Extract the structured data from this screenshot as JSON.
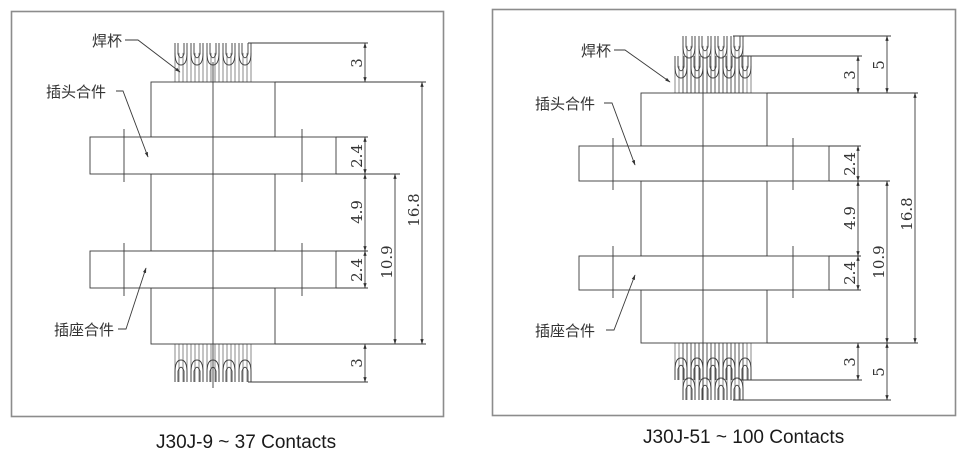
{
  "diagrams": [
    {
      "id": "left",
      "caption": "J30J-9 ~ 37 Contacts",
      "labels": {
        "solder_cup": "焊杯",
        "plug_assembly": "插头合件",
        "socket_assembly": "插座合件"
      },
      "dimensions": {
        "cup_top": "3",
        "flange_top": "2.4",
        "gap": "4.9",
        "flange_bottom": "2.4",
        "inner_height": "10.9",
        "total_height": "16.8",
        "cup_bottom": "3"
      },
      "cup_rows": 1,
      "cups_per_row": 5
    },
    {
      "id": "right",
      "caption": "J30J-51 ~ 100 Contacts",
      "labels": {
        "solder_cup": "焊杯",
        "plug_assembly": "插头合件",
        "socket_assembly": "插座合件"
      },
      "dimensions": {
        "cup_top_outer": "5",
        "cup_top": "3",
        "flange_top": "2.4",
        "gap": "4.9",
        "flange_bottom": "2.4",
        "inner_height": "10.9",
        "total_height": "16.8",
        "cup_bottom": "3",
        "cup_bottom_outer": "5"
      },
      "cup_rows": 2,
      "cups_per_row": [
        5,
        4
      ]
    }
  ],
  "colors": {
    "line": "#3a3a3a",
    "frame": "#8c8c8c",
    "text": "#333333"
  }
}
